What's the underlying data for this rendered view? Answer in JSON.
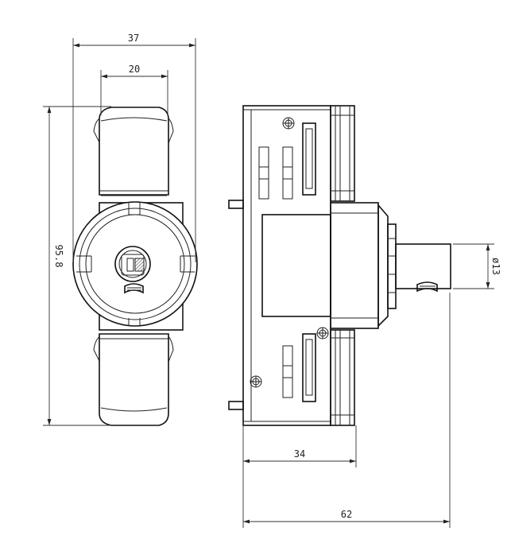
{
  "dimensions": {
    "front_width_outer": "37",
    "front_width_inner": "20",
    "front_height": "95.8",
    "side_depth_body": "34",
    "side_depth_total": "62",
    "shaft_diameter": "ø13"
  },
  "colors": {
    "line": "#111111",
    "dimension_line": "#333333",
    "background": "#ffffff"
  }
}
